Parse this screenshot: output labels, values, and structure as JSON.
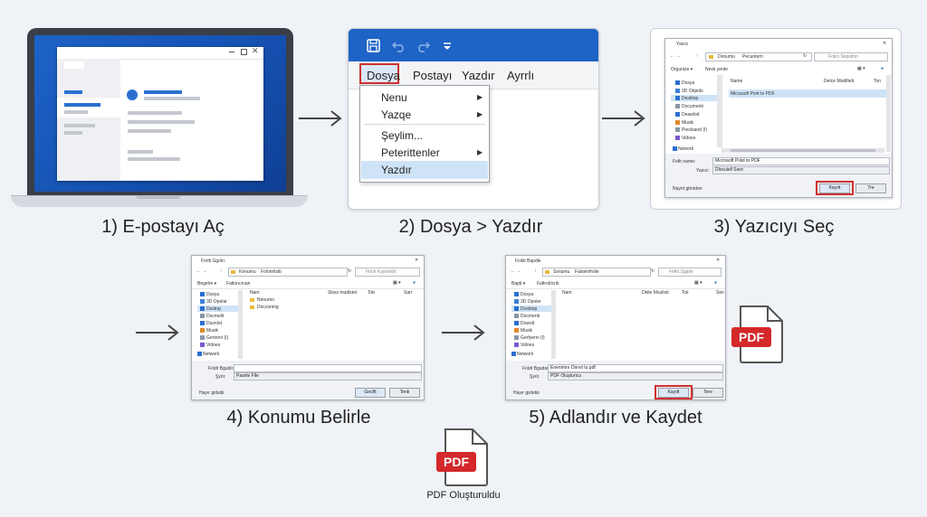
{
  "steps": {
    "s1": "1) E-postayı Aç",
    "s2": "2) Dosya > Yazdır",
    "s3": "3) Yazıcıyı Seç",
    "s4": "4) Konumu Belirle",
    "s5": "5) Adlandır ve Kaydet"
  },
  "menu": {
    "bar": [
      "Dosya",
      "Postayı",
      "Yazdır",
      "Ayrrlı"
    ],
    "dropdown": [
      "Nenu",
      "Yazqe",
      "Şeylim...",
      "Peterittenler",
      "Yazdır"
    ]
  },
  "print_dialog": {
    "title": "Yazıcı",
    "path": [
      "Donumu",
      "Pecuntern"
    ],
    "search": "Fotici Sepsitnn",
    "toolbar": [
      "Orgunize ▾",
      "Nevk yeıde"
    ],
    "columns": [
      "Name",
      "Detce Modifieb",
      "Ton"
    ],
    "sidebar": [
      "Dosya",
      "3D Objeds",
      "Desktop",
      "Documenti",
      "Deawlod",
      "Musik",
      "Piesloand (I)",
      "Vidoes",
      "Netvork"
    ],
    "file": "Micrusoft Pxirt to PDF",
    "field_labels": [
      "Fofir name:",
      "Yazıcı:"
    ],
    "field_values": [
      "Mıcrosoft Pıiist to PDF",
      "Dlocuiell Sxec"
    ],
    "hide": "Naynt gbrıiden",
    "buttons": [
      "Kayıtt",
      "Tre"
    ]
  },
  "location_dialog": {
    "title": "Forlti Ggolri",
    "path": [
      "Konumu",
      "Folorinlsib"
    ],
    "search": "Ftrch Kaytietdıt",
    "toolbar": [
      "Begelre ▾",
      "Fatlorıcnıan"
    ],
    "columns": [
      "Nam",
      "Skiss mudistet",
      "Tob",
      "Sarr"
    ],
    "sidebar": [
      "Dosya",
      "3D Opelar",
      "Destng",
      "Docmelit",
      "Duvnlot",
      "Musik",
      "Gertorni (I)",
      "Vidoes",
      "Network"
    ],
    "folders": [
      "Nonumo",
      "Docconing"
    ],
    "field_labels": [
      "Foldr Bguldı:",
      "Şyıtı:"
    ],
    "field_values": [
      "",
      "Pasnle Flle"
    ],
    "hide": "Hayır gidsibi",
    "buttons": [
      "Gecftt",
      "Tenk"
    ]
  },
  "save_dialog": {
    "title": "Fcikti Bapdle",
    "path": [
      "Ssnumu",
      "Falsierifrslie"
    ],
    "search": "Fefkt Sgqtle",
    "toolbar": [
      "Bapti ▾",
      "Fatlrıdılcrik"
    ],
    "columns": [
      "Nam",
      "Dkite Msullıst",
      "Tck",
      "Sen"
    ],
    "sidebar": [
      "Dosya",
      "3D Opeler",
      "Dosktop",
      "Docmenti",
      "Dowolt",
      "Musik",
      "Gerfyerni (I)",
      "Vidoes",
      "Network"
    ],
    "field_labels": [
      "Foldr Bgudor:",
      "Şyıtı:"
    ],
    "field_values": [
      "Enenirnnı Osnvt tu pdf",
      "PDF Oluşturıcu"
    ],
    "hide": "Hayır gizlebii",
    "buttons": [
      "Kaydt",
      "Tere"
    ]
  },
  "pdf_label": "PDF",
  "result_caption": "PDF Oluşturuldu",
  "colors": {
    "accent": "#1e63c6",
    "pdf_red": "#d4282b",
    "highlight": "#cfe3f7",
    "red_outline": "#d03030"
  }
}
